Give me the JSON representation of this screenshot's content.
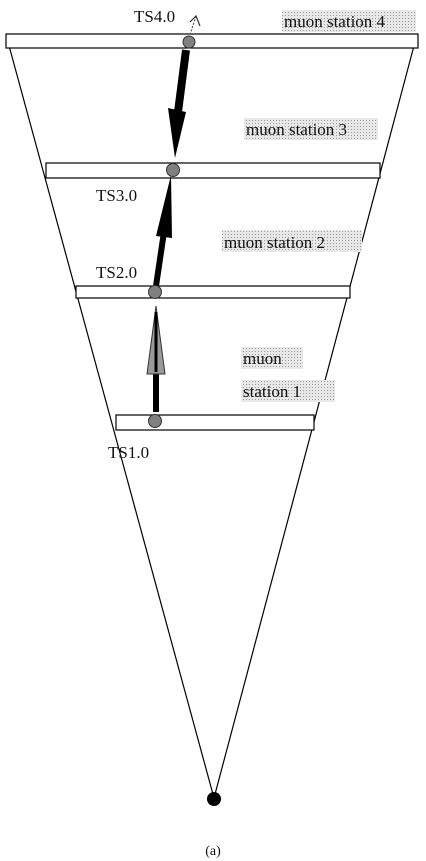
{
  "figure": {
    "caption": "(a)",
    "colors": {
      "line": "#000000",
      "label_bg": "#d6d6d6",
      "station_dot": "#808080",
      "arrow_solid": "#000000",
      "arrow_faded": "#9a9a9a"
    }
  },
  "stations": [
    {
      "name": "muon station 4",
      "label_lines": [
        "muon station 4"
      ],
      "ts_label": "TS4.0"
    },
    {
      "name": "muon station 3",
      "label_lines": [
        "muon station 3"
      ],
      "ts_label": "TS3.0"
    },
    {
      "name": "muon station 2",
      "label_lines": [
        "muon station 2"
      ],
      "ts_label": "TS2.0"
    },
    {
      "name": "muon station 1",
      "label_lines": [
        "muon",
        "station 1"
      ],
      "ts_label": "TS1.0"
    }
  ]
}
